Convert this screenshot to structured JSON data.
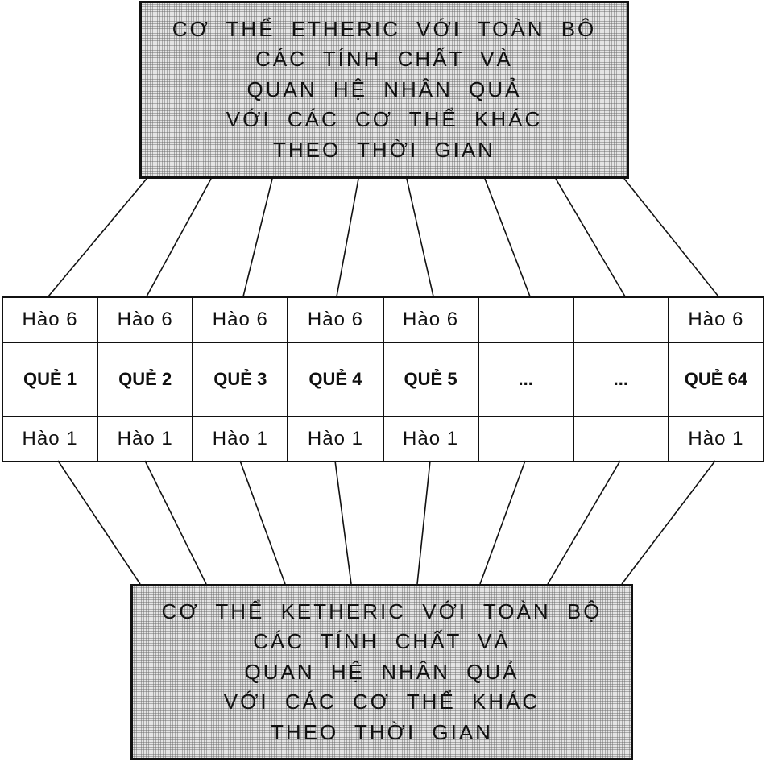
{
  "top_box": {
    "lines": [
      "CƠ THỂ ETHERIC VỚI TOÀN BỘ",
      "CÁC TÍNH CHẤT VÀ",
      "QUAN HỆ NHÂN QUẢ",
      "VỚI CÁC CƠ THỂ KHÁC",
      "THEO THỜI GIAN"
    ]
  },
  "hexagrams": [
    {
      "top": "Hào 6",
      "name": "QUẺ 1",
      "bottom": "Hào 1"
    },
    {
      "top": "Hào 6",
      "name": "QUẺ 2",
      "bottom": "Hào 1"
    },
    {
      "top": "Hào 6",
      "name": "QUẺ 3",
      "bottom": "Hào 1"
    },
    {
      "top": "Hào 6",
      "name": "QUẺ 4",
      "bottom": "Hào 1"
    },
    {
      "top": "Hào 6",
      "name": "QUẺ 5",
      "bottom": "Hào 1"
    },
    {
      "top": "",
      "name": "...",
      "bottom": ""
    },
    {
      "top": "",
      "name": "...",
      "bottom": ""
    },
    {
      "top": "Hào 6",
      "name": "QUẺ 64",
      "bottom": "Hào 1"
    }
  ],
  "bottom_box": {
    "lines": [
      "CƠ THỂ KETHERIC VỚI TOÀN BỘ",
      "CÁC TÍNH CHẤT VÀ",
      "QUAN HỆ NHÂN QUẢ",
      "VỚI CÁC CƠ THỂ KHÁC",
      "THEO THỜI GIAN"
    ]
  }
}
